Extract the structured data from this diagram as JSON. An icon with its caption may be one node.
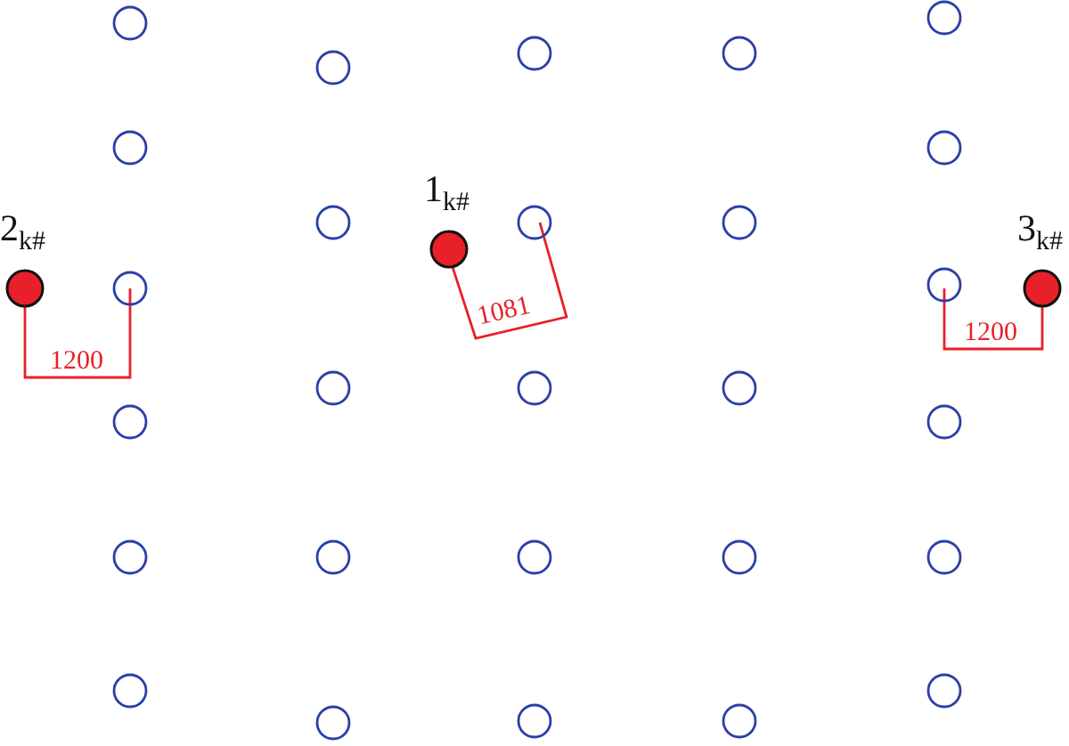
{
  "diagram": {
    "nodes": [
      {
        "text": [
          "2$_{k#}$"
        ]
      },
      {
        "text": [],
        "shape": "circle"
      },
      {
        "text": [],
        "shape": "circle"
      },
      {
        "text": [],
        "shape": "circle"
      },
      {
        "text": [],
        "shape": "circle"
      },
      {
        "text": [],
        "shape": "circle"
      },
      {
        "text": [],
        "shape": "circle"
      },
      {
        "text": [],
        "shape": "circle"
      },
      {
        "text": [],
        "shape": "circle"
      },
      {
        "text": [],
        "shape": "circle"
      },
      {
        "text": [],
        "shape": "circle"
      },
      {
        "text": [],
        "shape": "circle"
      },
      {
        "text": [
          "1$_{k#}$"
        ]
      },
      {
        "text": [],
        "shape": "circle"
      },
      {
        "text": [],
        "shape": "circle"
      },
      {
        "text": [],
        "shape": "circle"
      },
      {
        "text": [],
        "shape": "circle"
      },
      {
        "text": [],
        "shape": "circle"
      },
      {
        "text": [],
        "shape": "circle"
      },
      {
        "text": [],
        "shape": "circle"
      },
      {
        "text": [],
        "shape": "circle"
      },
      {
        "text": [],
        "shape": "circle"
      },
      {
        "text": [],
        "shape": "circle"
      },
      {
        "text": [],
        "shape": "circle"
      },
      {
        "text": [],
        "shape": "circle"
      },
      {
        "text": [],
        "shape": "circle"
      },
      {
        "text": [],
        "shape": "circle"
      },
      {
        "text": [],
        "shape": "circle"
      },
      {
        "text": [],
        "shape": "circle"
      },
      {
        "text": [
          "3$_{k#}$"
        ]
      }
    ],
    "labels": [
      "1200",
      "1081",
      "1200"
    ]
  }
}
